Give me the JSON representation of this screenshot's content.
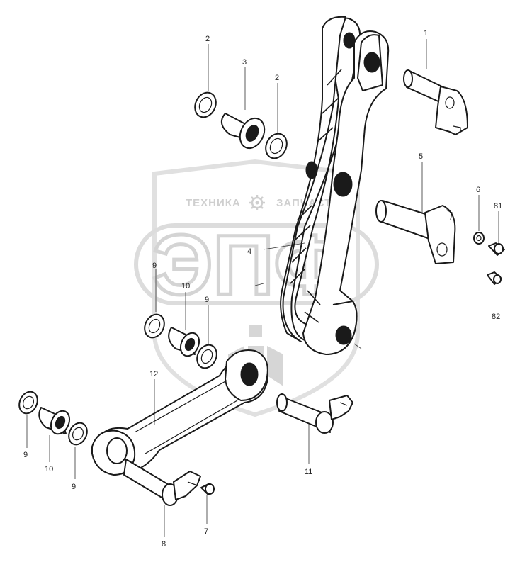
{
  "watermark": {
    "brand_left": "ТЕХНИКА",
    "brand_right": "ЗАПЧАСТИ",
    "logo_letters": "ЭПФ",
    "gear_icon": "gear-icon"
  },
  "callouts": [
    {
      "id": "c1",
      "text": "1"
    },
    {
      "id": "c2a",
      "text": "2"
    },
    {
      "id": "c3",
      "text": "3"
    },
    {
      "id": "c2b",
      "text": "2"
    },
    {
      "id": "c4",
      "text": "4"
    },
    {
      "id": "c5",
      "text": "5"
    },
    {
      "id": "c6",
      "text": "6"
    },
    {
      "id": "c81",
      "text": "81"
    },
    {
      "id": "c82",
      "text": "82"
    },
    {
      "id": "c9a",
      "text": "9"
    },
    {
      "id": "c10a",
      "text": "10"
    },
    {
      "id": "c9b",
      "text": "9"
    },
    {
      "id": "c12",
      "text": "12"
    },
    {
      "id": "c9c",
      "text": "9"
    },
    {
      "id": "c10b",
      "text": "10"
    },
    {
      "id": "c9d",
      "text": "9"
    },
    {
      "id": "c11",
      "text": "11"
    },
    {
      "id": "c8",
      "text": "8"
    },
    {
      "id": "c7",
      "text": "7"
    }
  ]
}
